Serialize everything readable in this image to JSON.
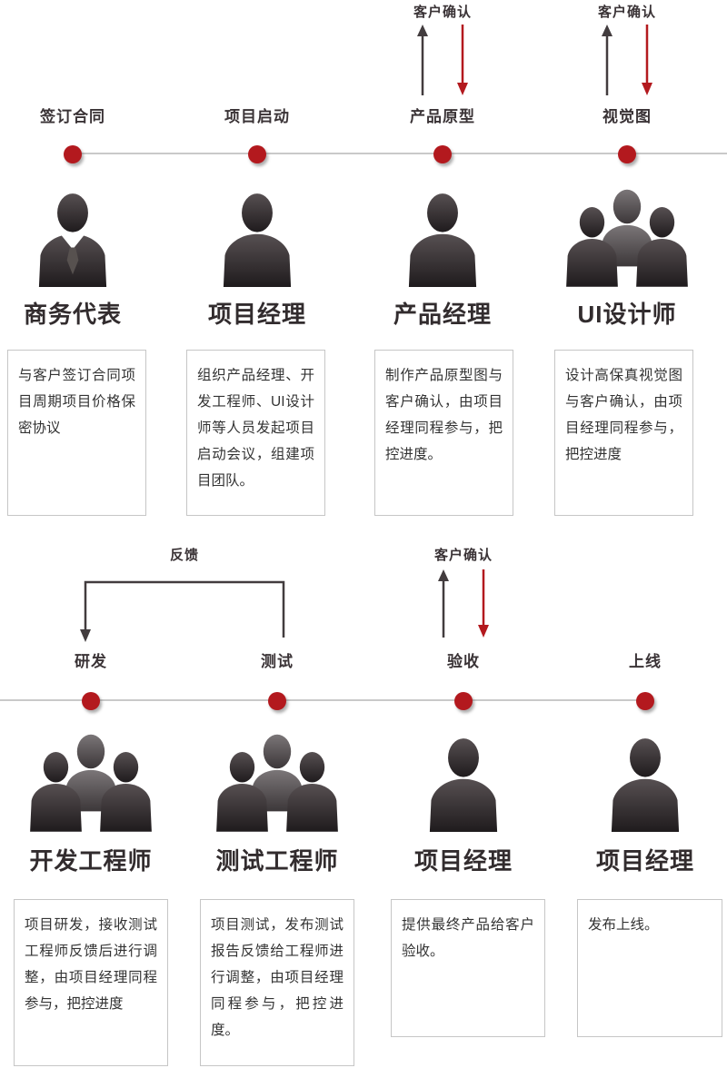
{
  "labels": {
    "confirm": "客户确认",
    "feedback": "反馈"
  },
  "top_row": {
    "stages": [
      {
        "stage": "签订合同",
        "role": "商务代表",
        "desc": "与客户签订合同项目周期项目价格保密协议"
      },
      {
        "stage": "项目启动",
        "role": "项目经理",
        "desc": "组织产品经理、开发工程师、UI设计师等人员发起项目启动会议，组建项目团队。"
      },
      {
        "stage": "产品原型",
        "role": "产品经理",
        "desc": "制作产品原型图与客户确认，由项目经理同程参与，把控进度。",
        "confirm": "客户确认"
      },
      {
        "stage": "视觉图",
        "role": "UI设计师",
        "desc": "设计高保真视觉图与客户确认，由项目经理同程参与，把控进度",
        "confirm": "客户确认"
      }
    ]
  },
  "bottom_row": {
    "feedback_label": "反馈",
    "stages": [
      {
        "stage": "研发",
        "role": "开发工程师",
        "desc": "项目研发，接收测试工程师反馈后进行调整，由项目经理同程参与，把控进度"
      },
      {
        "stage": "测试",
        "role": "测试工程师",
        "desc": "项目测试，发布测试报告反馈给工程师进行调整，由项目经理同程参与，把控进度。"
      },
      {
        "stage": "验收",
        "role": "项目经理",
        "desc": "提供最终产品给客户验收。",
        "confirm": "客户确认"
      },
      {
        "stage": "上线",
        "role": "项目经理",
        "desc": "发布上线。"
      }
    ]
  },
  "colors": {
    "accent_red": "#b3191e",
    "dark_text": "#3a3336",
    "line_gray": "#c9c9c9"
  }
}
